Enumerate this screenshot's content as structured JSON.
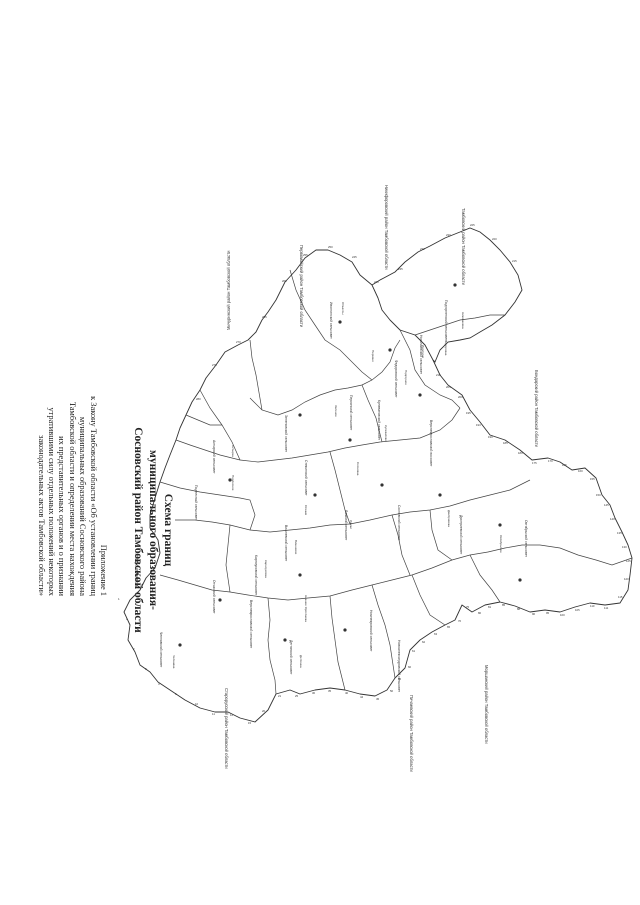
{
  "appendix": {
    "lines": [
      "Приложение 1",
      "к Закону Тамбовской области «Об установлении границ",
      "муниципальных образований Сосновского района",
      "Тамбовской области и определении места нахождения",
      "их представительных органов и о признании",
      "утратившими силу отдельных положений некоторых",
      "законодательных актов Тамбовской области»"
    ]
  },
  "title": {
    "lines": [
      "Схема границ",
      "муниципального образования-",
      "Сосновский район Тамбовской области"
    ]
  },
  "neighbors": [
    "Рязанская область",
    "Мичуринский район Тамбовской области",
    "Первомайский район Тамбовской области",
    "Никифоровский район Тамбовской области",
    "Тамбовский район Тамбовской области",
    "Бондарский район Тамбовской области",
    "Моршанский район Тамбовской области",
    "Пичаевский район Тамбовской области",
    "Старорусский район Тамбовской области"
  ],
  "councils": [
    "Челнавский сельсовет",
    "Отъясский сельсовет",
    "Подлесный сельсовет",
    "Ахтырский сельсовет",
    "Верхнеярославский сельсовет",
    "Вишневский сельсовет",
    "Дегтянский сельсовет",
    "Зеленовский сельсовет",
    "Стежинский сельсовет",
    "Ламский сельсовет",
    "Нижнеяровский сельсовет",
    "Сосновский сельсовет",
    "Иволгинский сельсовет",
    "Николаевский сельсовет",
    "Подгорненский сельсовет",
    "Федоровский сельсовет",
    "Верхнеярославский поссовет",
    "Дмитриевский сельсовет",
    "Октябрьский сельсовет",
    "Новоалександровский сельсовет",
    "Перкинский сельсовет",
    "Карноуховский сельсовет",
    "Кулеватовский сельсовет"
  ],
  "settlements": [
    "Сосновка",
    "Отъяссы",
    "Челнавка",
    "Подлесное",
    "Стежки",
    "Федоровка",
    "Перкино",
    "Нижнее Ярославка",
    "Ламки",
    "Вишневое",
    "Дегтянка",
    "Зеленое",
    "Ахтырка",
    "Иволгино",
    "Николаевка",
    "Подгорное",
    "Дмитриевка",
    "Октябрьское",
    "Карноуховка",
    "Кулеватово"
  ],
  "point_numbers": [
    "1",
    "2",
    "3",
    "4",
    "5",
    "10",
    "11",
    "12",
    "15",
    "20",
    "21",
    "25",
    "30",
    "35",
    "40",
    "44",
    "45",
    "50",
    "55",
    "60",
    "61",
    "62",
    "63",
    "65",
    "70",
    "75",
    "80",
    "81",
    "85",
    "88",
    "90",
    "95",
    "100",
    "105",
    "110",
    "111",
    "115",
    "120",
    "125",
    "130",
    "135",
    "140",
    "145",
    "150",
    "155",
    "160",
    "165",
    "170",
    "175",
    "180",
    "185",
    "190",
    "193",
    "195",
    "200",
    "205",
    "210",
    "215",
    "220",
    "225",
    "230",
    "232",
    "235",
    "240",
    "245",
    "250",
    "255",
    "260",
    "265",
    "270",
    "275",
    "280"
  ],
  "callouts": [
    "1"
  ]
}
